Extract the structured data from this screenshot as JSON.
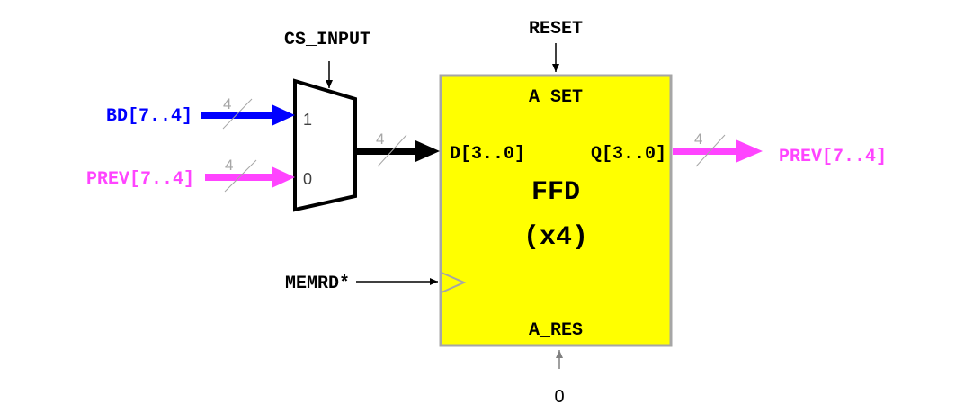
{
  "signals": {
    "cs_input": "CS_INPUT",
    "reset": "RESET",
    "bd": "BD[7..4]",
    "prev_in": "PREV[7..4]",
    "prev_out": "PREV[7..4]",
    "memrd": "MEMRD*",
    "zero": "0"
  },
  "mux": {
    "in1": "1",
    "in0": "0"
  },
  "flipflop": {
    "a_set": "A_SET",
    "d_port": "D[3..0]",
    "q_port": "Q[3..0]",
    "name": "FFD",
    "count": "(x4)",
    "a_res": "A_RES"
  },
  "bus_width": "4",
  "colors": {
    "blue": "#0000ff",
    "magenta": "#ff44ff",
    "yellow": "#ffff00",
    "gray": "#a6a6a6",
    "black": "#000000"
  }
}
